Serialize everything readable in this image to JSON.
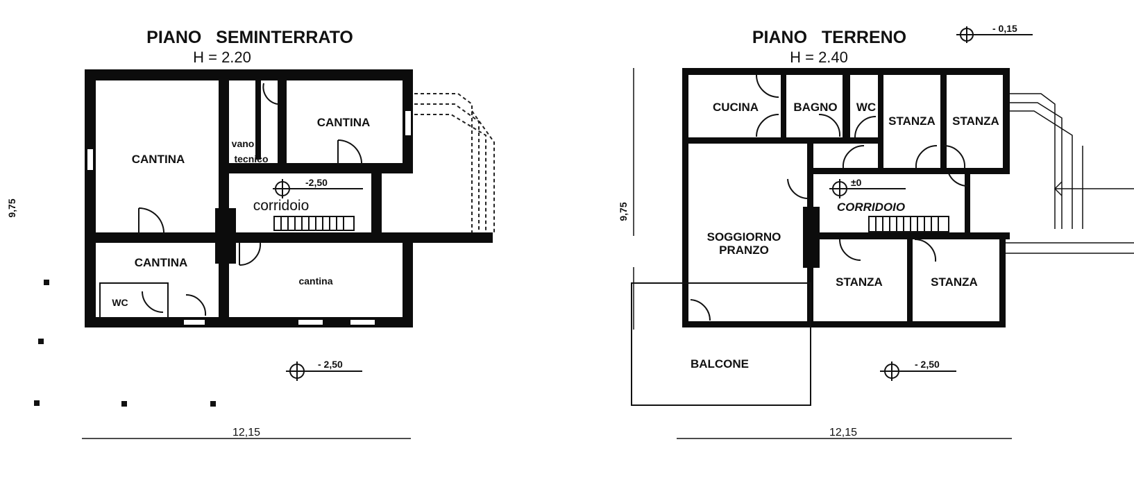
{
  "basement": {
    "title": "PIANO   SEMINTERRATO",
    "height": "H = 2.20",
    "rooms": [
      "CANTINA",
      "vano",
      "tecnico",
      "CANTINA",
      "corridoio",
      "CANTINA",
      "cantina",
      "WC"
    ],
    "level_inner": "-2,50",
    "level_outer": "- 2,50",
    "width_dim": "12,15",
    "depth_dim": "9,75"
  },
  "ground": {
    "title": "PIANO   TERRENO",
    "height": "H = 2.40",
    "level_top": "- 0,15",
    "rooms": [
      "CUCINA",
      "BAGNO",
      "WC",
      "STANZA",
      "STANZA",
      "SOGGIORNO",
      "PRANZO",
      "CORRIDOIO",
      "STANZA",
      "STANZA",
      "BALCONE"
    ],
    "level_inner": "±0",
    "level_outer": "- 2,50",
    "width_dim": "12,15",
    "depth_dim": "9,75"
  }
}
